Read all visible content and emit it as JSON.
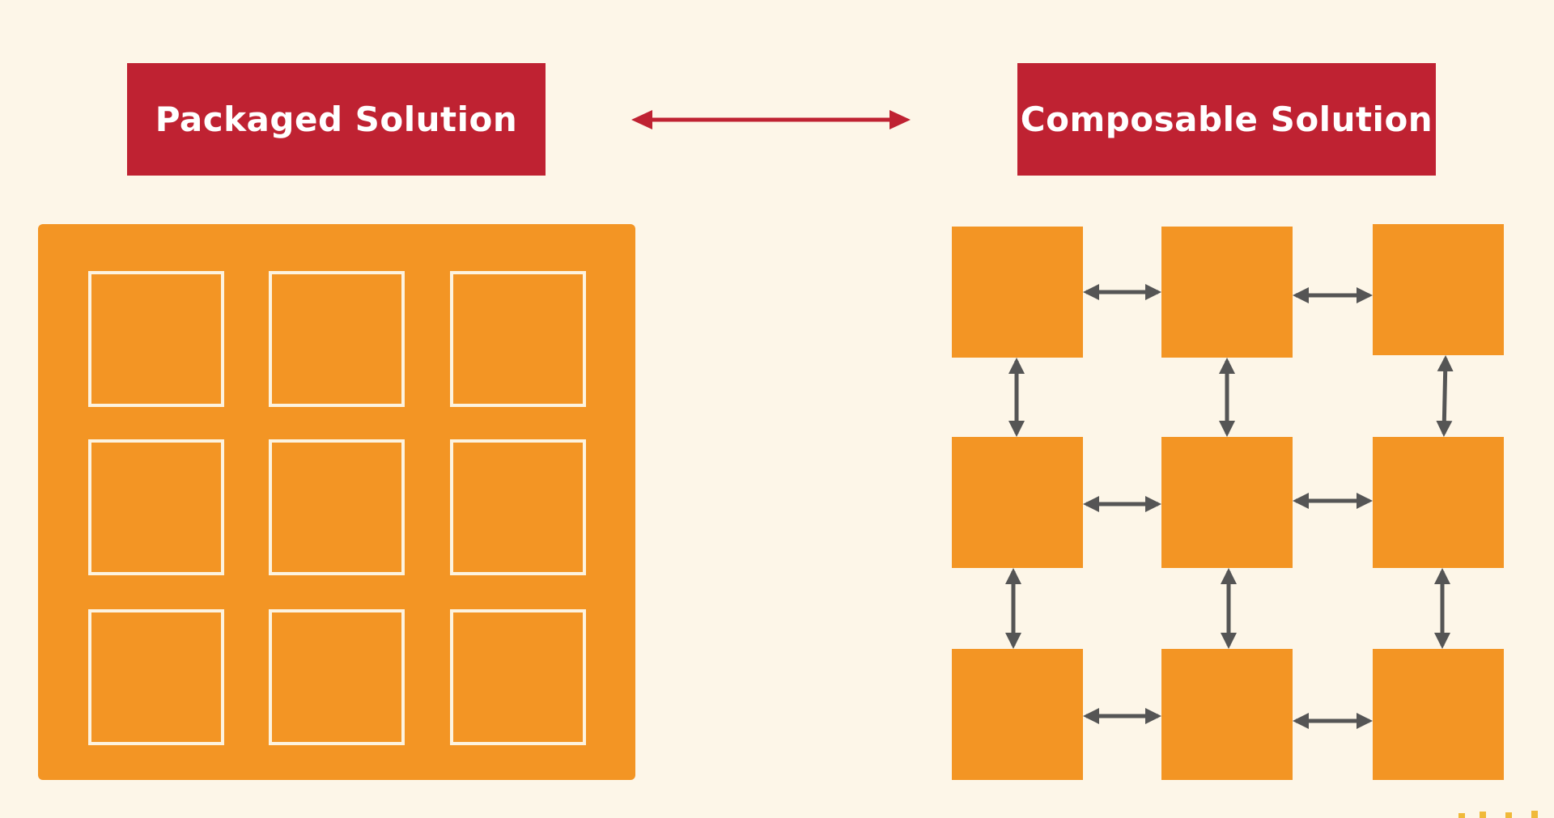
{
  "left_title": "Packaged Solution",
  "right_title": "Composable Solution",
  "colors": {
    "background": "#fdf6e8",
    "title_box": "#bf2232",
    "module": "#f39524",
    "module_outline": "#fdf3df",
    "connector": "#555555",
    "top_arrow": "#bf2232"
  },
  "packaged_grid": {
    "rows": 3,
    "cols": 3
  },
  "composable_grid": {
    "rows": 3,
    "cols": 3
  }
}
